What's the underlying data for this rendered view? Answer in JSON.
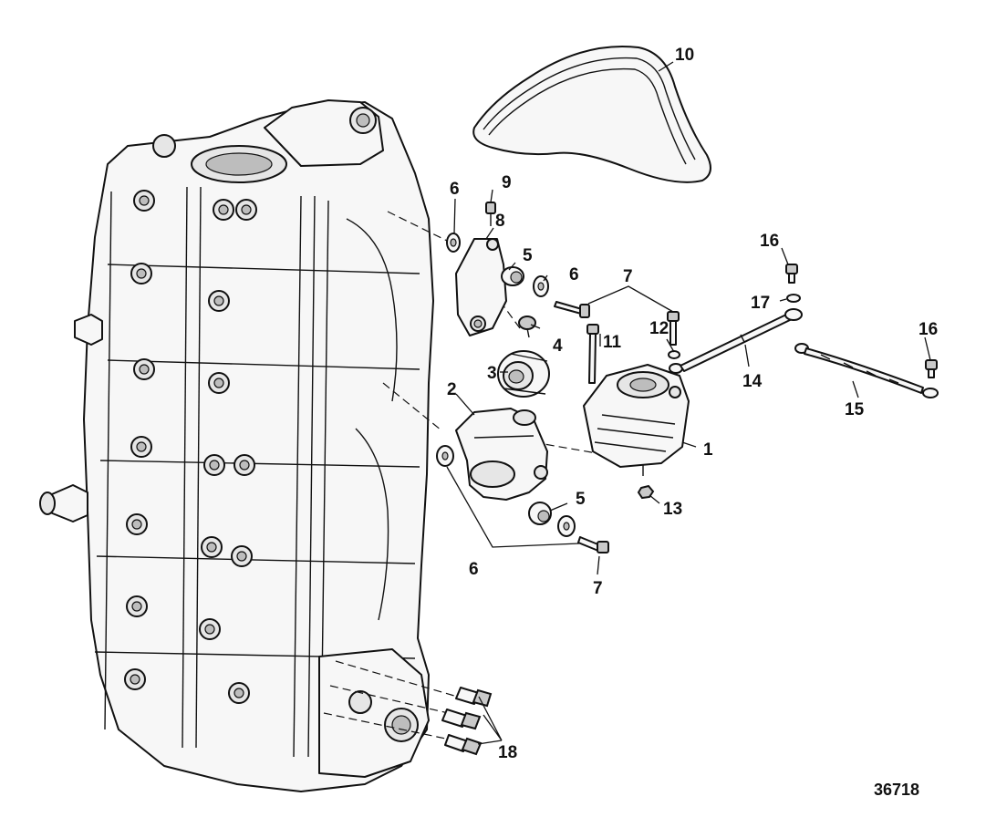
{
  "figure_number": "36718",
  "callouts": {
    "c1": "1",
    "c2": "2",
    "c3": "3",
    "c4": "4",
    "c5a": "5",
    "c5b": "5",
    "c6a": "6",
    "c6b": "6",
    "c6c": "6",
    "c7a": "7",
    "c7b": "7",
    "c8": "8",
    "c9": "9",
    "c10": "10",
    "c11": "11",
    "c12": "12",
    "c13": "13",
    "c14": "14",
    "c15": "15",
    "c16a": "16",
    "c16b": "16",
    "c17": "17",
    "c18": "18"
  }
}
